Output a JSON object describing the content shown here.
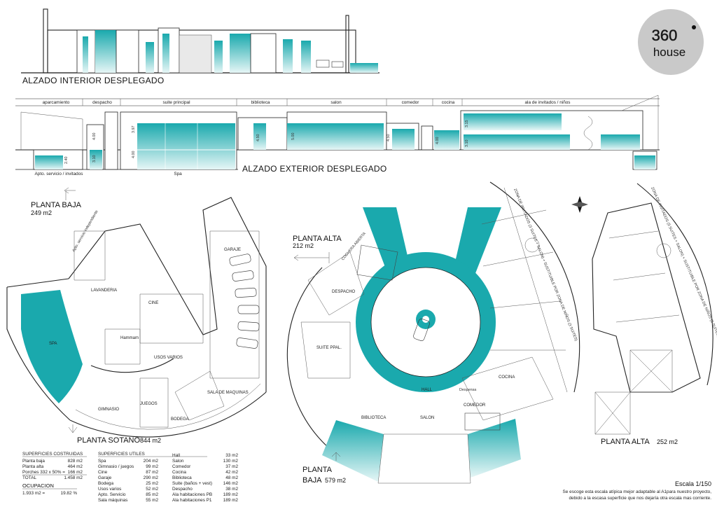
{
  "logo": {
    "number": "360",
    "word": "house"
  },
  "elevation_interior": {
    "title": "ALZADO INTERIOR DESPLEGADO"
  },
  "elevation_exterior": {
    "title": "ALZADO EXTERIOR DESPLEGADO",
    "sections": [
      "aparcamiento",
      "despacho",
      "suite principal",
      "biblioteca",
      "salon",
      "comedor",
      "cocina",
      "ala de invitados / niños"
    ],
    "bottom_labels": [
      "Apto. servicio / invitados",
      "Spa"
    ],
    "heights": [
      "4.00",
      "3.97",
      "4.00",
      "3.10",
      "2.40",
      "4.50",
      "5.00",
      "4.50",
      "4.00",
      "3.15",
      "3.10"
    ]
  },
  "plans": {
    "planta_baja_left": {
      "title": "PLANTA BAJA",
      "area": "249 m2"
    },
    "planta_sotano": {
      "title": "PLANTA SOTANO",
      "area": "844 m2"
    },
    "planta_alta_center": {
      "title": "PLANTA ALTA",
      "area": "212 m2"
    },
    "planta_baja_center": {
      "title_line1": "PLANTA",
      "title_line2": "BAJA",
      "area": "579 m2"
    },
    "planta_alta_right": {
      "title": "PLANTA ALTA",
      "area": "252 m2"
    }
  },
  "room_labels": {
    "left": [
      "GARAJE",
      "CINE",
      "LAVANDERIA",
      "Hammam",
      "SPA",
      "USOS VARIOS",
      "JUEGOS",
      "GIMNASIO",
      "BODEGA",
      "SALA DE MAQUINAS",
      "Apto. servicio independiente"
    ],
    "center": [
      "COCHERA ABIERTA",
      "DESPACHO",
      "SUITE PPAL.",
      "HALL",
      "SALON",
      "BIBLIOTECA",
      "COCINA",
      "COMEDOR",
      "Despensa"
    ],
    "wing_notes": [
      "ZONA DE INVITADOS (3 SUITES + SALON) + SUSTITUIBLE POR ZONA DE NIÑOS (3 SUITES)",
      "ZONA DE INVITADOS (3 SUITES + SALON) + SUSTITUIBLE POR ZONA DE NIÑOS (3 SUITES)"
    ]
  },
  "superficies_construidas": {
    "title": "SUPERFICIES COSTRUIDAS",
    "rows": [
      {
        "label": "Planta baja",
        "value": "828 m2"
      },
      {
        "label": "Planta alta",
        "value": "464 m2"
      },
      {
        "label": "Porches 332 x 50% =",
        "value": "166 m2"
      },
      {
        "label": "TOTAL",
        "value": "1.458 m2"
      }
    ]
  },
  "ocupacion": {
    "title": "OCUPACION",
    "formula": "1.933 m2 =",
    "value": "19.82 %"
  },
  "superficies_utiles": {
    "title": "SUPERFICIES UTILES",
    "col1": [
      {
        "label": "Spa",
        "value": "204 m2"
      },
      {
        "label": "Gimnasio / juegos",
        "value": "99 m2"
      },
      {
        "label": "Cine",
        "value": "87 m2"
      },
      {
        "label": "Garaje",
        "value": "290 m2"
      },
      {
        "label": "Bodega",
        "value": "25 m2"
      },
      {
        "label": "Usos varios",
        "value": "52 m2"
      },
      {
        "label": "Apto. Servicio",
        "value": "85 m2"
      },
      {
        "label": "Sala máquinas",
        "value": "55 m2"
      }
    ],
    "col2": [
      {
        "label": "Hall",
        "value": "33 m2"
      },
      {
        "label": "Salon",
        "value": "130 m2"
      },
      {
        "label": "Comedor",
        "value": "37 m2"
      },
      {
        "label": "Cocina",
        "value": "42 m2"
      },
      {
        "label": "Biblioteca",
        "value": "48 m2"
      },
      {
        "label": "Suite (baños + vest)",
        "value": "146 m2"
      },
      {
        "label": "Despacho",
        "value": "38 m2"
      },
      {
        "label": "Ala habitaciones PB",
        "value": "189 m2"
      },
      {
        "label": "Ala habitaciones P1",
        "value": "189 m2"
      }
    ]
  },
  "scale_note": {
    "title": "Escala 1/150",
    "line1": "Se escoge esta escala atípica mejor adaptable al A1para nuestro proyecto,",
    "line2": "debido a la escasa superficie que nos dejaría otra escala mas corriente."
  },
  "colors": {
    "teal": "#1aa9ad",
    "logo_bg": "#c9c9c9",
    "ink": "#222222"
  }
}
